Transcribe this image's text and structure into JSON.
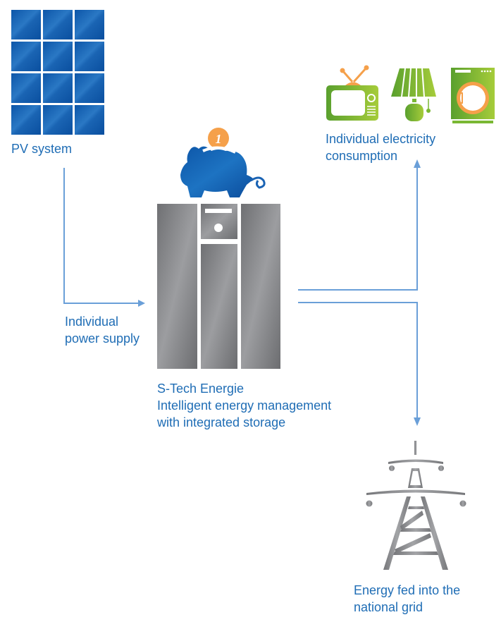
{
  "nodes": {
    "pv": {
      "label": "PV system",
      "panel_rows": 4,
      "panel_cols": 3
    },
    "storage": {
      "title": "S-Tech Energie",
      "line2": "Intelligent energy management",
      "line3": "with integrated storage",
      "coin_symbol": "1"
    },
    "consumption": {
      "line1": "Individual electricity",
      "line2": "consumption"
    },
    "grid": {
      "line1": "Energy fed into the",
      "line2": "national grid"
    }
  },
  "edges": {
    "supply": {
      "line1": "Individual",
      "line2": "power supply"
    }
  },
  "colors": {
    "text": "#1f6db5",
    "arrow": "#6a9fd8",
    "panel": "#1a63b4",
    "piggy": "#1a63b4",
    "coin": "#f5a04a",
    "appliance": "#7ab833",
    "appliance_accent": "#f5a04a",
    "storage_gray": "#8a8b8e",
    "tower_gray": "#8e8f92"
  }
}
